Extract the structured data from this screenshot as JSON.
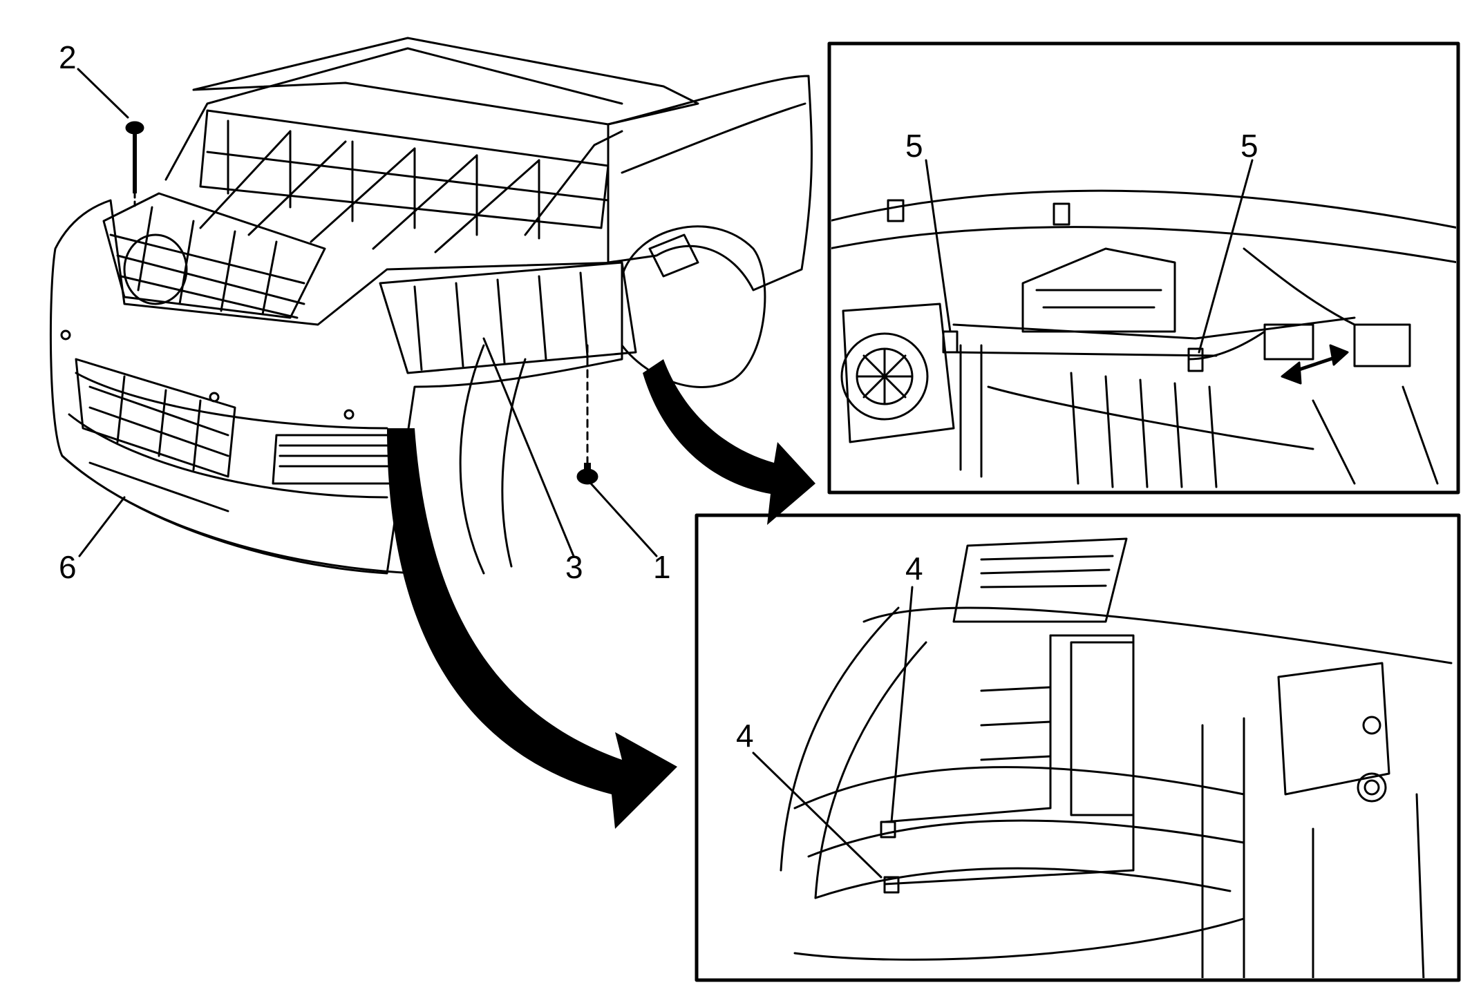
{
  "callouts": {
    "c1": "1",
    "c2": "2",
    "c3": "3",
    "c4a": "4",
    "c4b": "4",
    "c5a": "5",
    "c5b": "5",
    "c6": "6"
  },
  "colors": {
    "line": "#000000",
    "background": "#ffffff"
  },
  "icons": [
    "push-pin-retainer-icon",
    "bolt-icon",
    "double-arrow-icon",
    "curved-pointer-arrow-icon"
  ]
}
